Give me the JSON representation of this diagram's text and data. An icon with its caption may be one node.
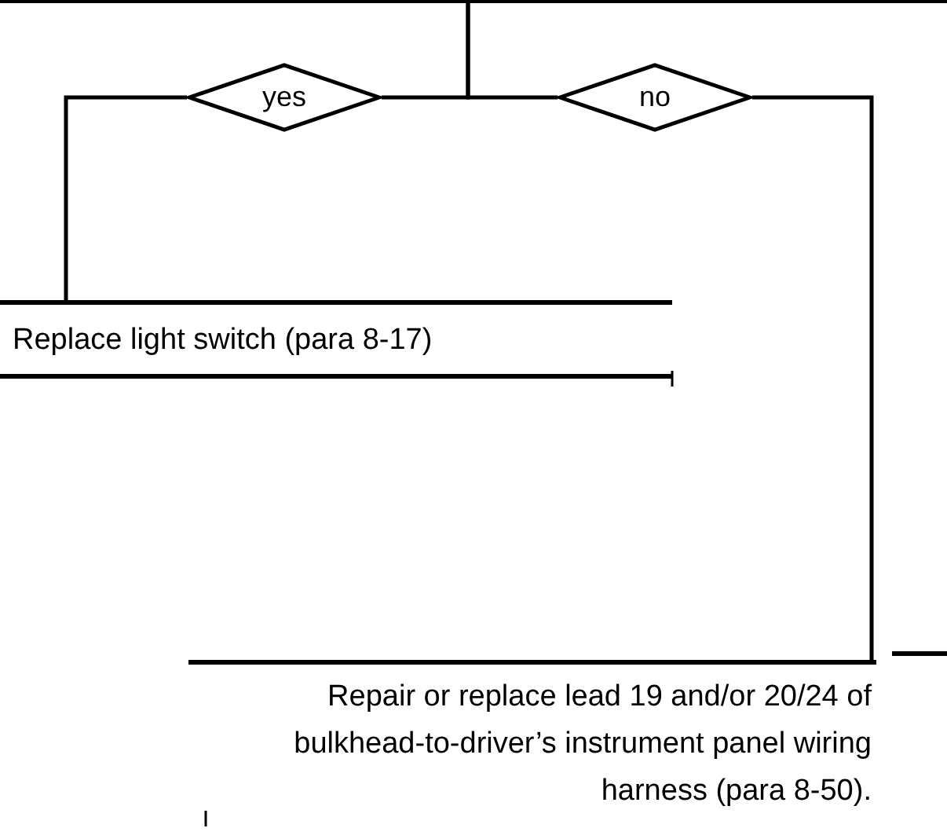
{
  "diagram": {
    "nodes": [
      {
        "text": [
          "yes"
        ]
      },
      {
        "text": [
          "no"
        ]
      },
      {
        "text": [
          "Replace light switch (para 8-17)"
        ]
      },
      {
        "text": [
          "Repair or replace lead 19 and/or 20/24 of bulkhead-to-driver’s instrument panel wiring harness (para 8-50)."
        ]
      }
    ],
    "edges": [
      {
        "from": null,
        "to": 0,
        "arrow": "none"
      },
      {
        "from": null,
        "to": 1,
        "arrow": "none"
      },
      {
        "from": 0,
        "to": 2,
        "arrow": "none"
      },
      {
        "from": 1,
        "to": 3,
        "arrow": "none"
      }
    ]
  }
}
